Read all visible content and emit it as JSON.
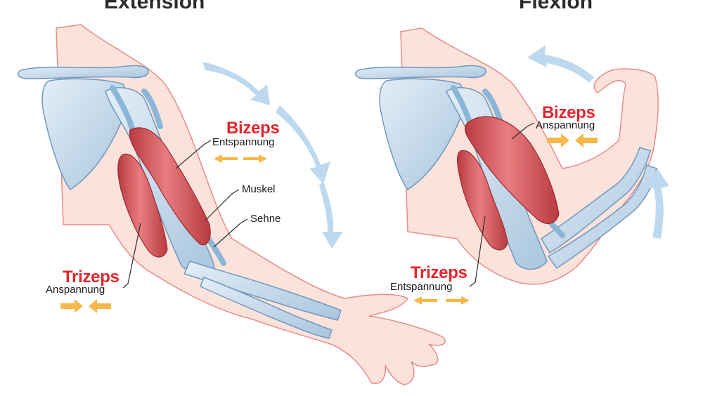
{
  "titles": {
    "left": "Extension",
    "right": "Flexion"
  },
  "left_panel": {
    "biceps": {
      "name": "Bizeps",
      "state": "Entspannung"
    },
    "triceps": {
      "name": "Trizeps",
      "state": "Anspannung"
    },
    "muscle_label": "Muskel",
    "tendon_label": "Sehne"
  },
  "right_panel": {
    "biceps": {
      "name": "Bizeps",
      "state": "Anspannung"
    },
    "triceps": {
      "name": "Trizeps",
      "state": "Entspannung"
    }
  },
  "colors": {
    "label_red": "#e3262b",
    "arrow_orange": "#f6b84a",
    "motion_arrow_blue": "#bcd9ef",
    "muscle_red": "#d8555a",
    "bone_blue": "#c9dcec",
    "skin": "#fbe3dc",
    "skin_outline": "#e98b86"
  }
}
